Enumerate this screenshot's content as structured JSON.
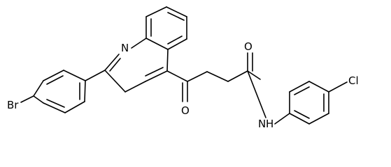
{
  "labels": {
    "br": "Br",
    "n_ring": "N",
    "o_amide1": "O",
    "o_amide2": "O",
    "nh": "N",
    "nh_h": "H",
    "cl": "Cl"
  }
}
